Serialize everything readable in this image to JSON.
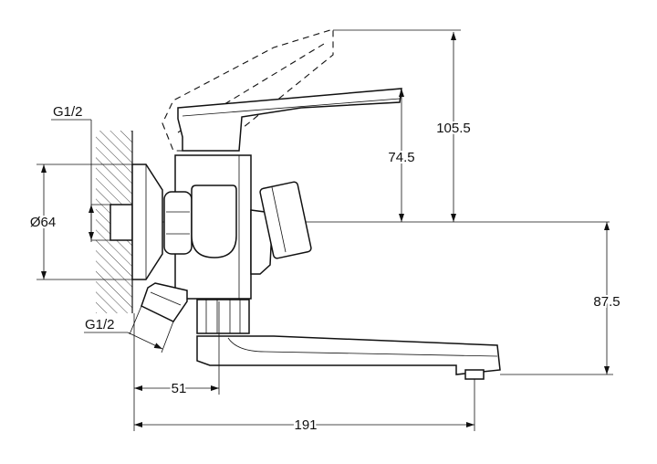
{
  "drawing": {
    "labels": {
      "inlet_top": "G1/2",
      "inlet_bottom": "G1/2",
      "diameter": "Ø64"
    },
    "dimensions": {
      "lever_open_height": "105.5",
      "lever_closed_height": "74.5",
      "spout_drop": "87.5",
      "wall_to_outlet": "51",
      "total_reach": "191"
    },
    "colors": {
      "line": "#111111",
      "background": "#ffffff"
    }
  }
}
